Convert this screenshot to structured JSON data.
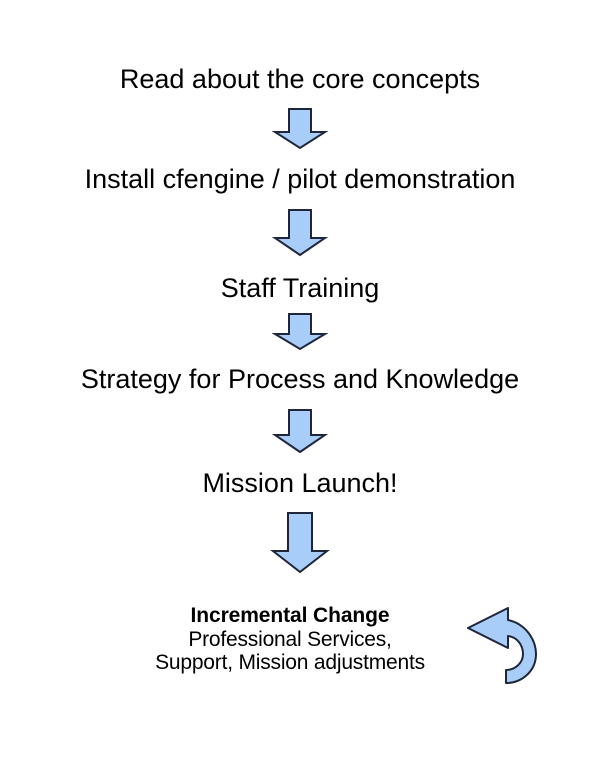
{
  "diagram": {
    "title": "CFEngine adoption roadmap flow",
    "background_color": "#ffffff",
    "text_color": "#000000",
    "arrow_fill_color": "#a7cdf8",
    "arrow_stroke_color": "#20263a",
    "steps": [
      {
        "label": "Read about the core concepts"
      },
      {
        "label": "Install cfengine / pilot demonstration"
      },
      {
        "label": "Staff Training"
      },
      {
        "label": "Strategy for Process and Knowledge"
      },
      {
        "label": "Mission Launch!"
      }
    ],
    "connectors": [
      {
        "icon": "down-arrow-icon"
      },
      {
        "icon": "down-arrow-icon"
      },
      {
        "icon": "down-arrow-icon"
      },
      {
        "icon": "down-arrow-icon"
      },
      {
        "icon": "down-arrow-icon"
      }
    ],
    "final_step": {
      "title": "Incremental Change",
      "lines": [
        "Professional Services,",
        "Support, Mission adjustments"
      ],
      "loop_icon": "circular-loop-arrow-icon"
    }
  }
}
